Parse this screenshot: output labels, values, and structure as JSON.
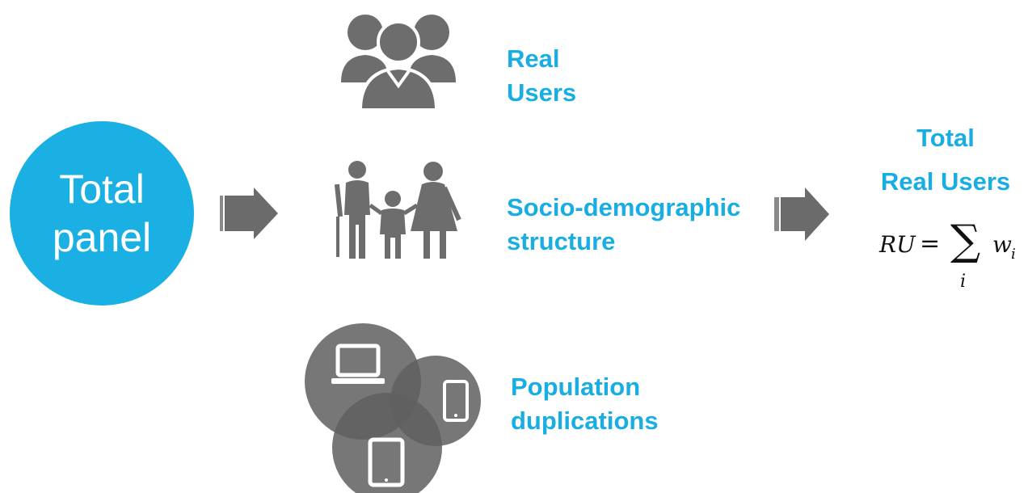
{
  "panel": {
    "line1": "Total",
    "line2": "panel"
  },
  "items": [
    {
      "icon": "users-group-icon",
      "line1": "Real",
      "line2": "Users"
    },
    {
      "icon": "family-icon",
      "line1": "Socio-demographic",
      "line2": "structure"
    },
    {
      "icon": "devices-venn-icon",
      "line1": "Population",
      "line2": "duplications"
    }
  ],
  "result": {
    "line1": "Total",
    "line2": "Real Users",
    "formula": {
      "lhs": "RU",
      "eq": "=",
      "operator": "∑",
      "index": "i",
      "term": "w",
      "subscript": "i"
    }
  },
  "colors": {
    "accent": "#1bb0e3",
    "icon": "#6d6d6d",
    "arrow": "#6b6b6b"
  }
}
